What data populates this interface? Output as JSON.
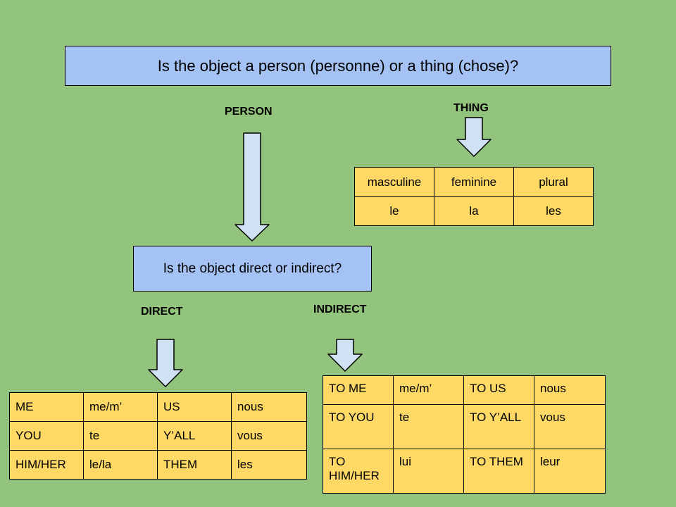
{
  "question_main": "Is the object a person (personne) or a thing (chose)?",
  "question_secondary": "Is the object direct or indirect?",
  "labels": {
    "person": "PERSON",
    "thing": "THING",
    "direct": "DIRECT",
    "indirect": "INDIRECT"
  },
  "thing_table": {
    "headers": [
      "masculine",
      "feminine",
      "plural"
    ],
    "values": [
      "le",
      "la",
      "les"
    ]
  },
  "direct_table": {
    "rows": [
      [
        "ME",
        "me/m’",
        "US",
        "nous"
      ],
      [
        "YOU",
        "te",
        "Y’ALL",
        "vous"
      ],
      [
        "HIM/HER",
        "le/la",
        "THEM",
        "les"
      ]
    ]
  },
  "indirect_table": {
    "rows": [
      [
        "TO ME",
        "me/m’",
        "TO US",
        "nous"
      ],
      [
        "TO YOU",
        "te",
        "TO Y’ALL",
        "vous"
      ],
      [
        "TO HIM/HER",
        "lui",
        "TO THEM",
        "leur"
      ]
    ]
  },
  "colors": {
    "background": "#93c47d",
    "question_box": "#a4c2f4",
    "table_fill": "#ffd966",
    "arrow_fill": "#cfe2f3"
  }
}
